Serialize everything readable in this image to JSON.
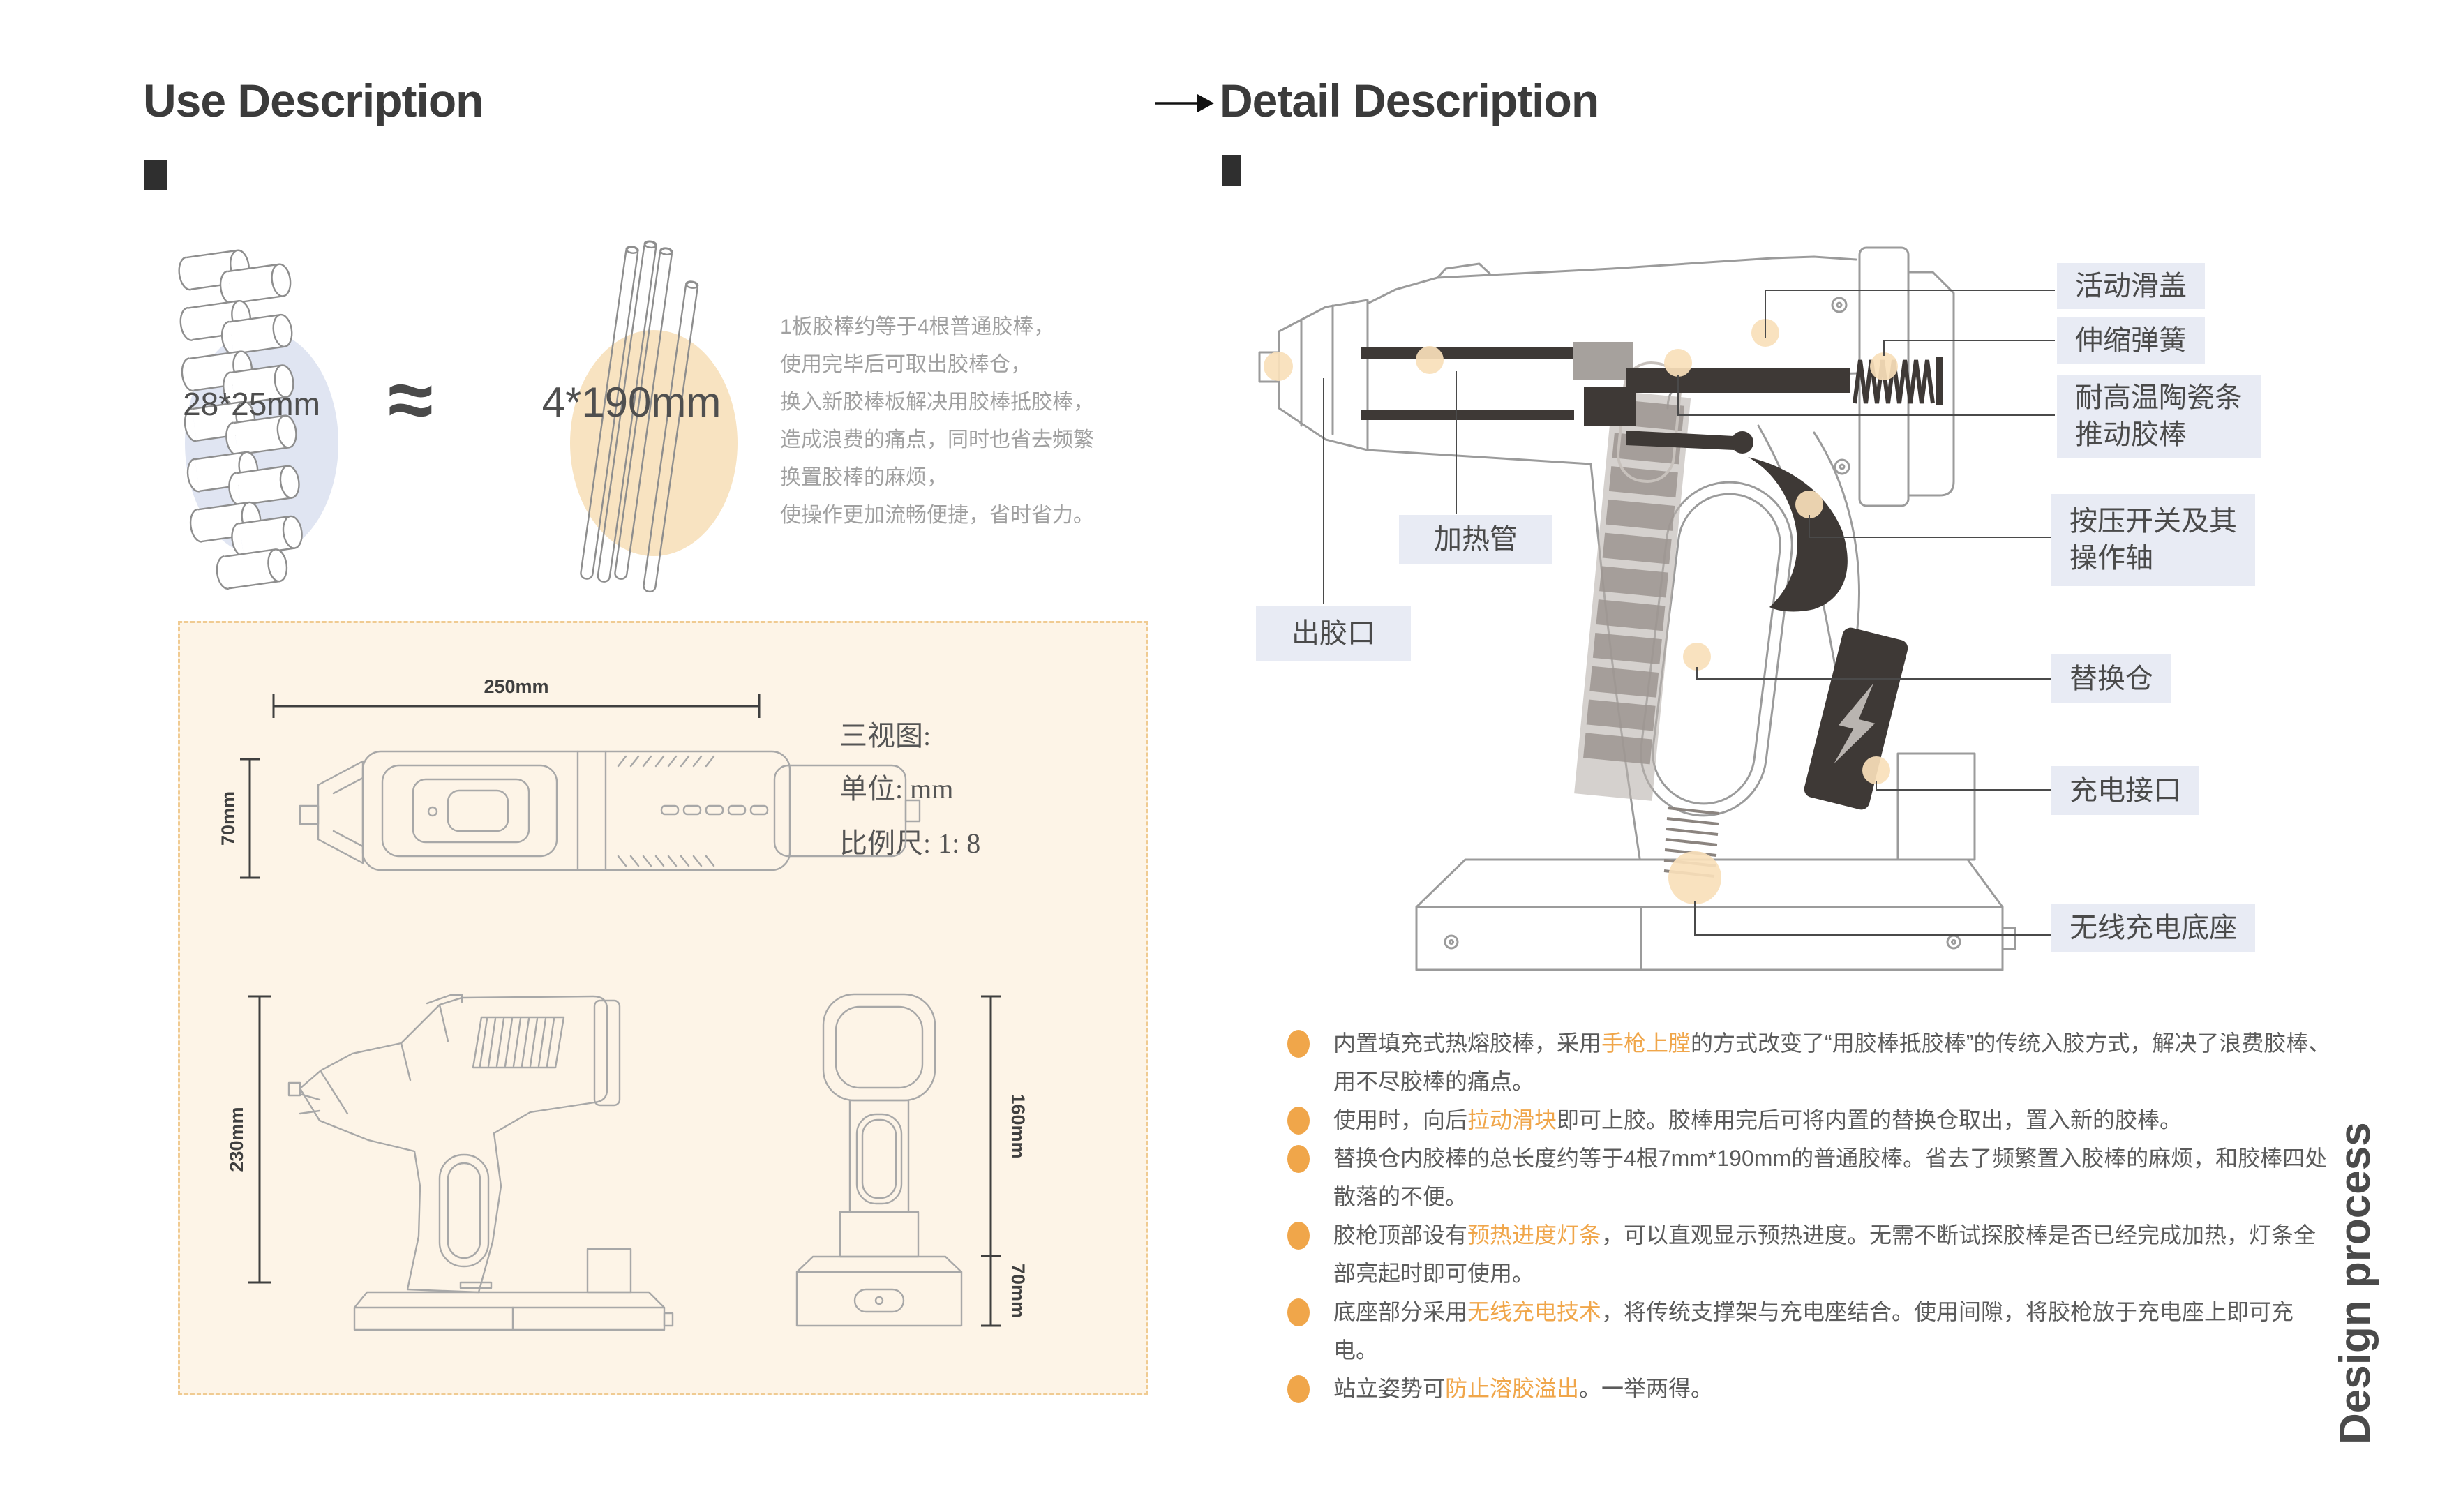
{
  "use_section": {
    "title": "Use Description",
    "compare": {
      "left_size": "28*25mm",
      "approx_symbol": "≈",
      "right_size": "4*190mm",
      "description": "1板胶棒约等于4根普通胶棒，\n使用完毕后可取出胶棒仓，\n换入新胶棒板解决用胶棒抵胶棒，\n造成浪费的痛点，同时也省去频繁\n换置胶棒的麻烦，\n使操作更加流畅便捷，省时省力。"
    },
    "views_panel": {
      "info_lines": [
        "三视图:",
        "单位: mm",
        "比例尺: 1: 8"
      ],
      "dims": {
        "top_width": "250mm",
        "top_height": "70mm",
        "side_height": "230mm",
        "front_height": "160mm",
        "front_base_height": "70mm"
      }
    }
  },
  "detail_section": {
    "title": "Detail Description",
    "labels": {
      "right": [
        "活动滑盖",
        "伸缩弹簧",
        "耐高温陶瓷条\n推动胶棒",
        "按压开关及其\n操作轴",
        "替换仓",
        "充电接口",
        "无线充电底座"
      ],
      "left": [
        "加热管",
        "出胶口"
      ]
    },
    "bullets": [
      {
        "segments": [
          {
            "t": "内置填充式热熔胶棒，采用"
          },
          {
            "t": "手枪上膛",
            "h": true
          },
          {
            "t": "的方式改变了“用胶棒抵胶棒”的传统入胶方式，解决了浪费胶棒、用不尽胶棒的痛点。"
          }
        ]
      },
      {
        "segments": [
          {
            "t": "使用时，向后"
          },
          {
            "t": "拉动滑块",
            "h": true
          },
          {
            "t": "即可上胶。胶棒用完后可将内置的替换仓取出，置入新的胶棒。"
          }
        ]
      },
      {
        "segments": [
          {
            "t": "替换仓内胶棒的总长度约等于4根7mm*190mm的普通胶棒。省去了频繁置入胶棒的麻烦，和胶棒四处散落的不便。"
          }
        ]
      },
      {
        "segments": [
          {
            "t": "胶枪顶部设有"
          },
          {
            "t": "预热进度灯条",
            "h": true
          },
          {
            "t": "，可以直观显示预热进度。无需不断试探胶棒是否已经完成加热，灯条全部亮起时即可使用。"
          }
        ]
      },
      {
        "segments": [
          {
            "t": "底座部分采用"
          },
          {
            "t": "无线充电技术",
            "h": true
          },
          {
            "t": "，将传统支撑架与充电座结合。使用间隙，将胶枪放于充电座上即可充电。"
          }
        ]
      },
      {
        "segments": [
          {
            "t": "站立姿势可"
          },
          {
            "t": "防止溶胶溢出",
            "h": true
          },
          {
            "t": "。一举两得。"
          }
        ]
      }
    ],
    "side_caption": "Design process"
  },
  "colors": {
    "accent_orange": "#f0a64a",
    "label_bg": "#e8ebf4",
    "panel_bg": "#fdf4e7",
    "panel_border": "#f0cb92",
    "blue_circle": "#e0e5f2",
    "orange_circle": "#f8e3c1",
    "peach_dot": "#f8e0ba",
    "dark_part": "#3e3936",
    "outline_gray": "#9b9b9b"
  }
}
